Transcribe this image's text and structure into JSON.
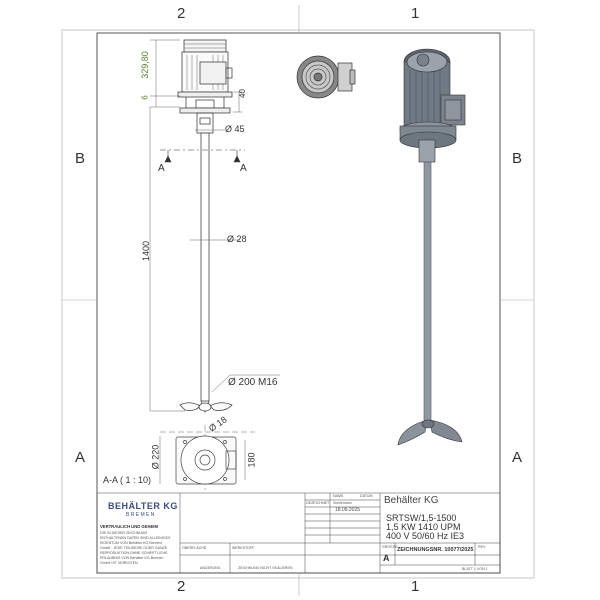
{
  "zones": {
    "top_left": "2",
    "top_right": "1",
    "bottom_left": "2",
    "bottom_right": "1",
    "left_upper": "B",
    "left_lower": "A",
    "right_upper": "B",
    "right_lower": "A"
  },
  "dimensions": {
    "d329": "329,80",
    "d6": "6",
    "d40": "40",
    "d45": "Ø 45",
    "d28": "Ø 28",
    "d1400": "1400",
    "d200": "Ø 200 M16",
    "d18": "Ø 18",
    "d220": "Ø 220",
    "d180": "180"
  },
  "section": {
    "label_left": "A",
    "label_right": "A",
    "view_title": "A-A ( 1 : 10)"
  },
  "title_block": {
    "company_line1": "BEHÄLTER KG",
    "company_line2": "B R E M E N",
    "notice_title": "VERTRAULICH UND GEHEIM",
    "notice_lines": [
      "DIE IN DIESER ZEICHNUNG",
      "ENTHALTENEN DATEN SIND ALLEINIGES",
      "EIGENTUM VON Behälter KG Bremen",
      "GmbH . JEDE TEILWEISE ODER GANZE",
      "REPRODUKTION OHNE SCHRIFTLICHE",
      "ERLAUBNIS VON Behälter KG Bremen",
      "GmbH IST VERBOTEN"
    ],
    "name_header": "NAME",
    "date_header": "DATUM",
    "drawn_label": "GEZEICHNET",
    "drawn_name": "Schliemann",
    "drawn_date": "18.09.2025",
    "company_title": "Behälter KG",
    "product_lines": [
      "SRTSW/1,5-1500",
      "1,5 KW 1410 UPM",
      "400 V 50/60 Hz IE3"
    ],
    "size_label": "GRÖSSE",
    "size_value": "A",
    "drawing_number": "ZEICHNUNGSNR. 10077/2025",
    "revision_label": "REV",
    "sheet_label": "BLATT 1 VON 1",
    "bottom_label_1": "ANDERUNG",
    "bottom_label_2": "ZEICHNUNG NICHT SKALIEREN",
    "finish_label": "OBERFLÄCHE",
    "material_label": "WERKSTOFF"
  }
}
